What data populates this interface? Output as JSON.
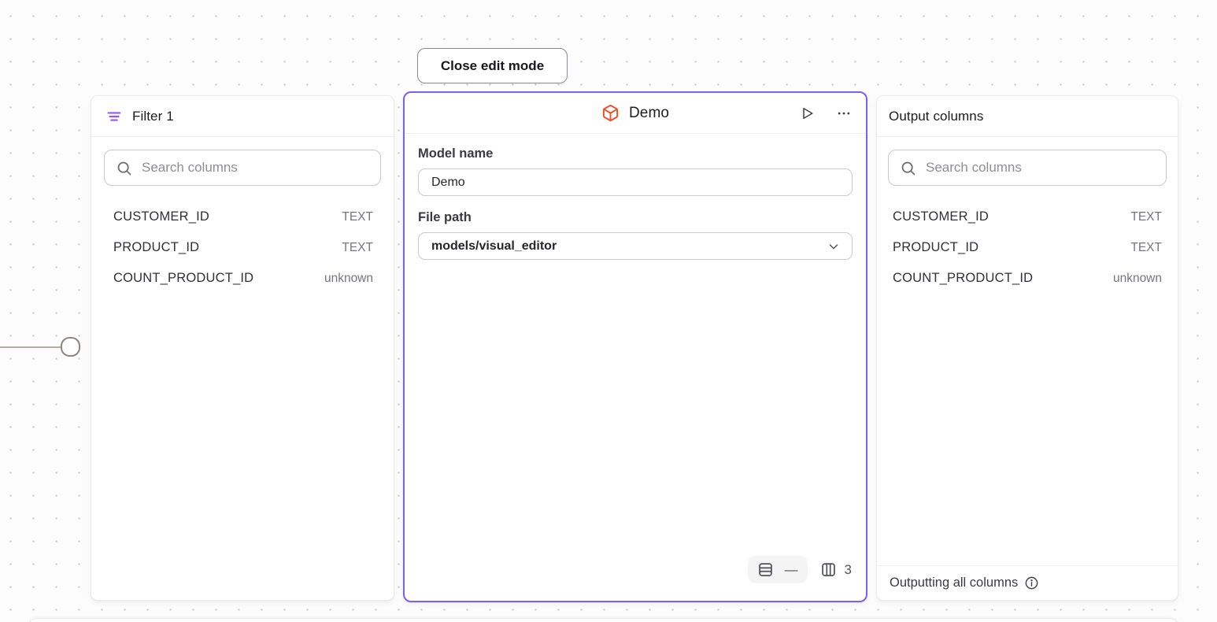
{
  "toolbar": {
    "close_edit_mode_label": "Close edit mode"
  },
  "filter_panel": {
    "title": "Filter 1",
    "search_placeholder": "Search columns",
    "columns": [
      {
        "name": "CUSTOMER_ID",
        "type": "TEXT"
      },
      {
        "name": "PRODUCT_ID",
        "type": "TEXT"
      },
      {
        "name": "COUNT_PRODUCT_ID",
        "type": "unknown"
      }
    ]
  },
  "model_panel": {
    "title": "Demo",
    "model_name_label": "Model name",
    "model_name_value": "Demo",
    "file_path_label": "File path",
    "file_path_value": "models/visual_editor",
    "row_count": "—",
    "column_count": "3"
  },
  "output_panel": {
    "title": "Output columns",
    "search_placeholder": "Search columns",
    "columns": [
      {
        "name": "CUSTOMER_ID",
        "type": "TEXT"
      },
      {
        "name": "PRODUCT_ID",
        "type": "TEXT"
      },
      {
        "name": "COUNT_PRODUCT_ID",
        "type": "unknown"
      }
    ],
    "footer_text": "Outputting all columns"
  },
  "icons": {
    "filter": "filter-lines-icon",
    "model": "cube-icon",
    "run": "play-icon",
    "menu": "ellipsis-icon",
    "search": "search-icon",
    "rows": "table-rows-icon",
    "columns": "table-columns-icon",
    "info": "info-icon",
    "chevron": "chevron-down-icon"
  },
  "colors": {
    "selected_border": "#7C61F0",
    "filter_icon": "#8B5CF6",
    "model_icon": "#E8502B",
    "canvas_background": "#FCFCFC",
    "grid_dot": "#CCCBCB"
  }
}
